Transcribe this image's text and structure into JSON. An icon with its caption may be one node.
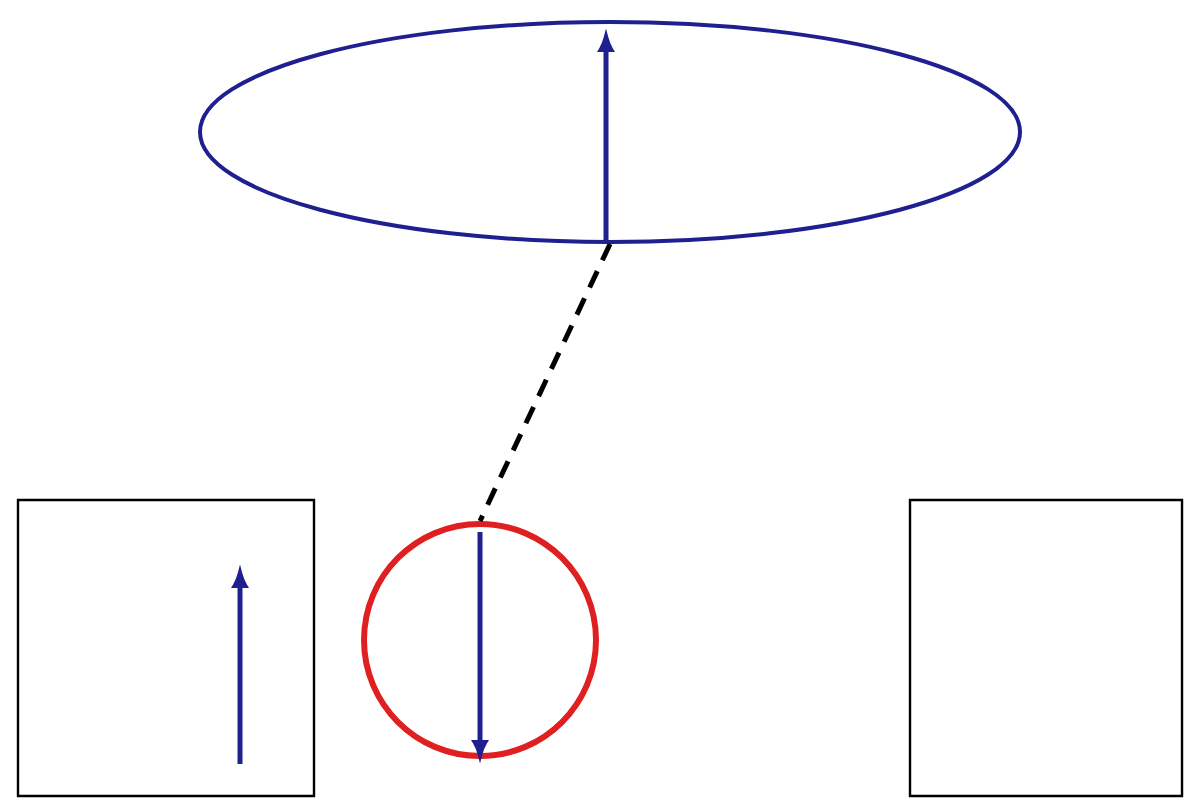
{
  "diagram": {
    "nodes": [
      {
        "text": [],
        "shape": "ellipse"
      },
      {
        "text": [],
        "shape": "box"
      },
      {
        "text": [],
        "shape": "circle"
      },
      {
        "text": [],
        "shape": "box"
      }
    ],
    "edges": [
      {
        "from": 0,
        "to": 2,
        "arrow": "none",
        "style": "dashed"
      }
    ]
  }
}
